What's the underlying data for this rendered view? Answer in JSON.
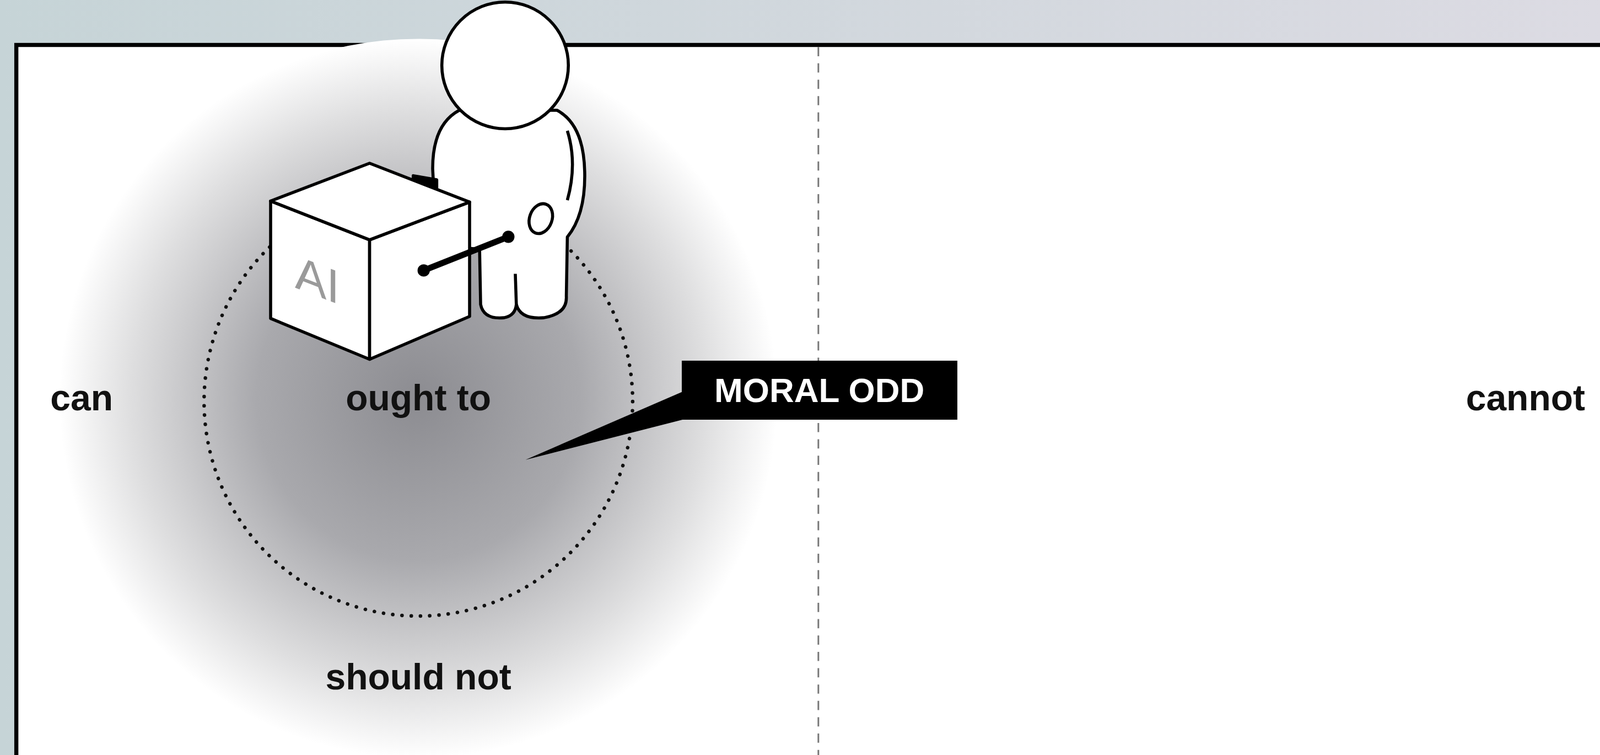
{
  "diagram": {
    "nodes": [
      {
        "text": [
          "AI"
        ]
      },
      {
        "text": [
          "MORAL ODD"
        ]
      }
    ],
    "labels": [
      "can",
      "ought to",
      "should not",
      "cannot"
    ]
  }
}
